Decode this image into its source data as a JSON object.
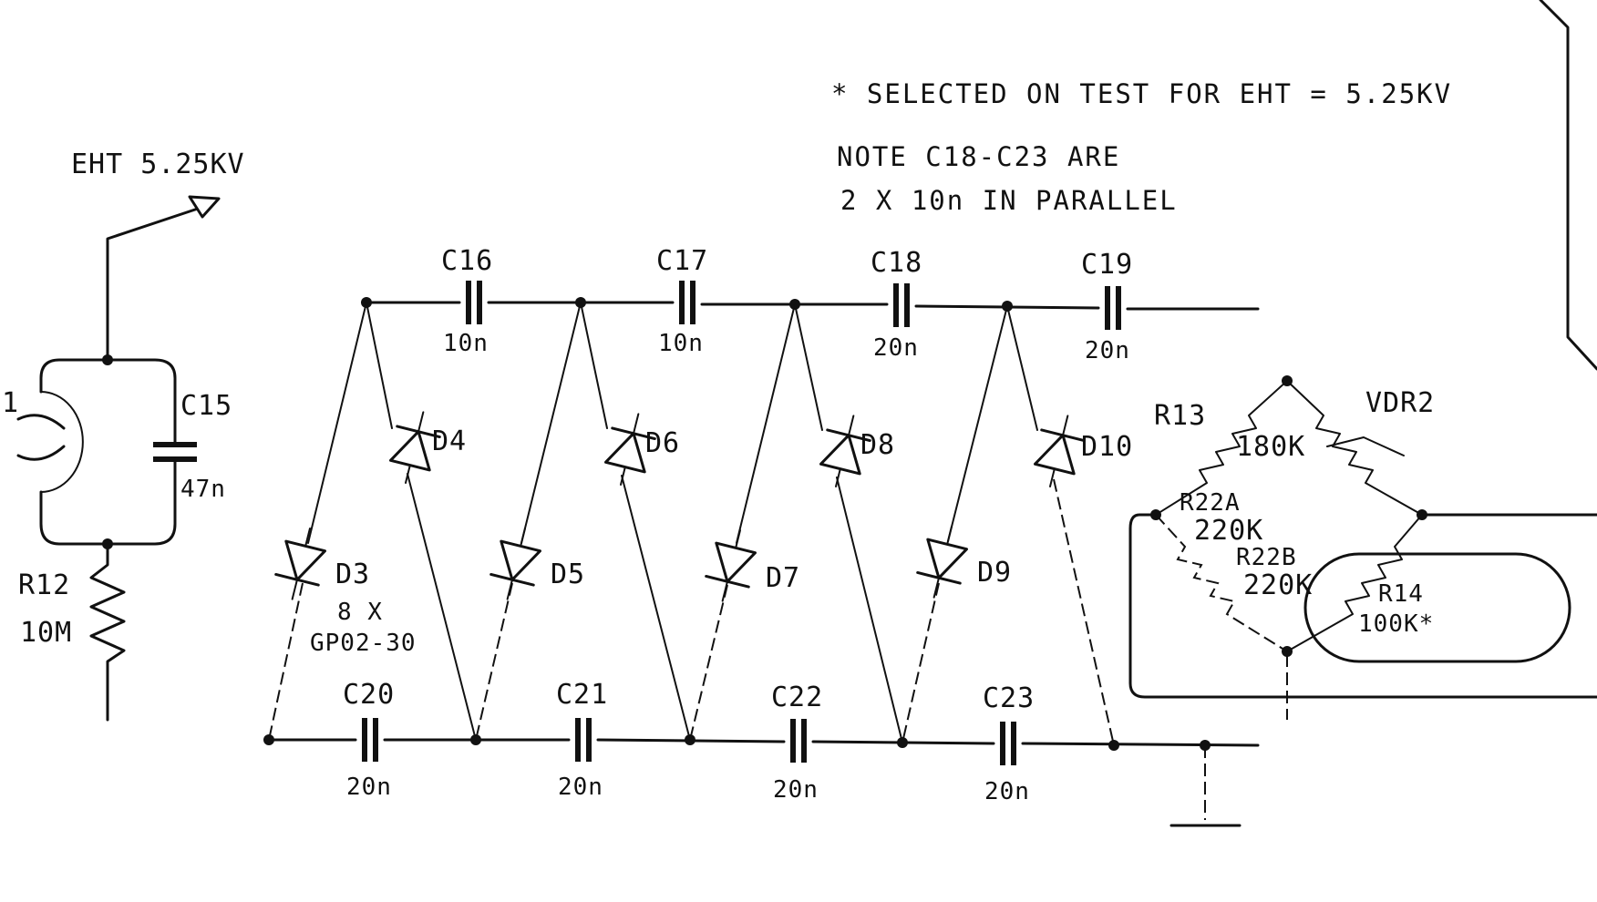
{
  "notes": {
    "selected": "* SELECTED ON TEST FOR EHT = 5.25KV",
    "parallel_line1": "NOTE C18-C23 ARE",
    "parallel_line2": "2 X 10n IN PARALLEL"
  },
  "eht_output": {
    "label": "EHT 5.25KV"
  },
  "transformer": {
    "label": "1"
  },
  "capacitors": {
    "c15": {
      "ref": "C15",
      "value": "47n"
    },
    "c16": {
      "ref": "C16",
      "value": "10n"
    },
    "c17": {
      "ref": "C17",
      "value": "10n"
    },
    "c18": {
      "ref": "C18",
      "value": "20n"
    },
    "c19": {
      "ref": "C19",
      "value": "20n"
    },
    "c20": {
      "ref": "C20",
      "value": "20n"
    },
    "c21": {
      "ref": "C21",
      "value": "20n"
    },
    "c22": {
      "ref": "C22",
      "value": "20n"
    },
    "c23": {
      "ref": "C23",
      "value": "20n"
    }
  },
  "diodes": {
    "d3": "D3",
    "d4": "D4",
    "d5": "D5",
    "d6": "D6",
    "d7": "D7",
    "d8": "D8",
    "d9": "D9",
    "d10": "D10",
    "group_count": "8 X",
    "group_part": "GP02-30"
  },
  "resistors": {
    "r12": {
      "ref": "R12",
      "value": "10M"
    },
    "r13": {
      "ref": "R13",
      "value": "180K"
    },
    "r22a": {
      "ref": "R22A",
      "value": "220K"
    },
    "r22b": {
      "ref": "R22B",
      "value": "220K"
    },
    "r14": {
      "ref": "R14",
      "value": "100K*"
    },
    "vdr2": {
      "ref": "VDR2"
    }
  }
}
